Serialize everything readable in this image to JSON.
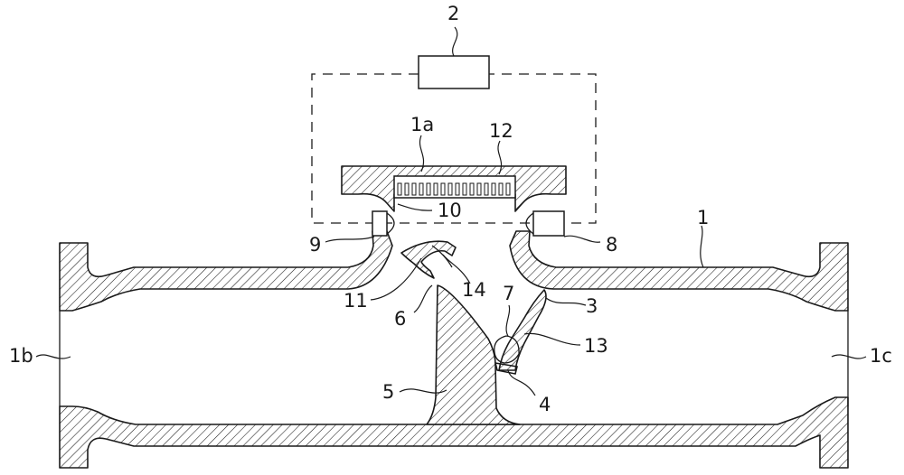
{
  "labels": {
    "l_2": "2",
    "l_1a": "1a",
    "l_12": "12",
    "l_10": "10",
    "l_1": "1",
    "l_9": "9",
    "l_8": "8",
    "l_14": "14",
    "l_11": "11",
    "l_7": "7",
    "l_3": "3",
    "l_6": "6",
    "l_13": "13",
    "l_1b": "1b",
    "l_1c": "1c",
    "l_5": "5",
    "l_4": "4"
  },
  "colors": {
    "line": "#1a1a1a",
    "background": "#ffffff"
  }
}
